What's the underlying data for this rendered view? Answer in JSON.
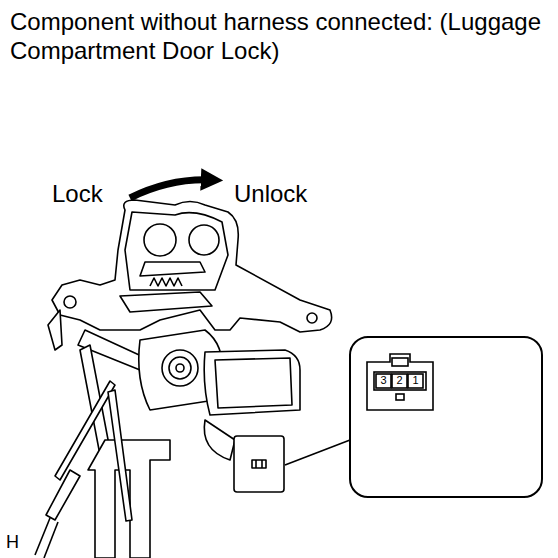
{
  "diagram": {
    "title": "Component without harness connected: (Luggage Compartment Door Lock)",
    "labels": [
      "Lock",
      "Unlock",
      "3",
      "2",
      "1",
      "H"
    ]
  }
}
